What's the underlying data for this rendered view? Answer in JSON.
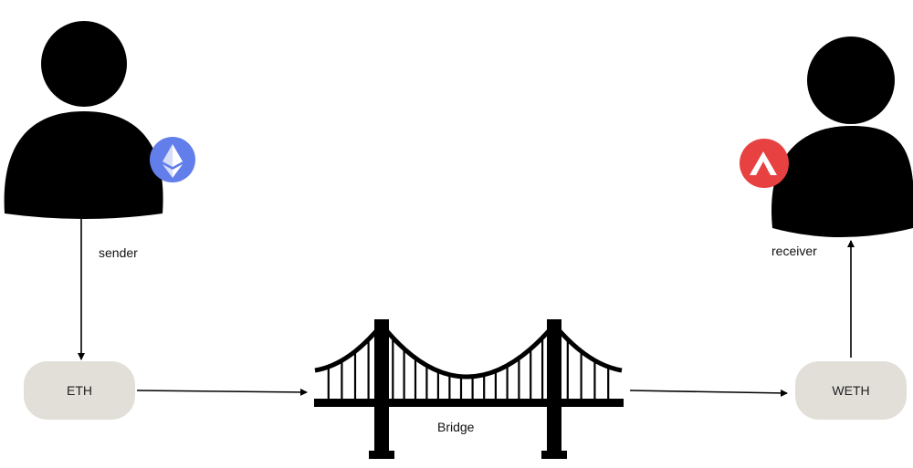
{
  "sender": {
    "label": "sender",
    "icon": "ethereum-icon"
  },
  "receiver": {
    "label": "receiver",
    "icon": "avalanche-icon"
  },
  "nodes": {
    "source_token": "ETH",
    "target_token": "WETH",
    "bridge": "Bridge"
  },
  "colors": {
    "pill": "#e1dfd8",
    "ethereum": "#627eea",
    "avalanche": "#e84142",
    "ink": "#000000"
  }
}
